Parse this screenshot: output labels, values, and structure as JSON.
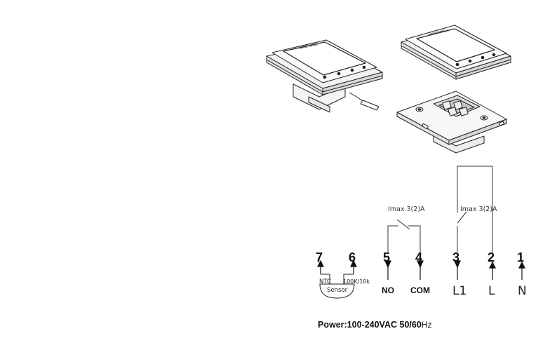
{
  "device": {
    "brand_mark": "HONEYWELL"
  },
  "wiring": {
    "relay_left_label": "Imax 3(2)A",
    "relay_right_label": "Imax 3(2)A",
    "terminals": [
      {
        "number": "7",
        "label": ""
      },
      {
        "number": "6",
        "label": ""
      },
      {
        "number": "5",
        "label": "NO"
      },
      {
        "number": "4",
        "label": "COM"
      },
      {
        "number": "3",
        "label": "L1"
      },
      {
        "number": "2",
        "label": "L"
      },
      {
        "number": "1",
        "label": "N"
      }
    ],
    "sensor": {
      "ntc_label": "NTC",
      "resistance_label": "100K/10k",
      "body_label": "Sensor"
    }
  },
  "footer": {
    "power_label": "Power:100-240VAC  50/60",
    "hz_label": "Hz"
  }
}
